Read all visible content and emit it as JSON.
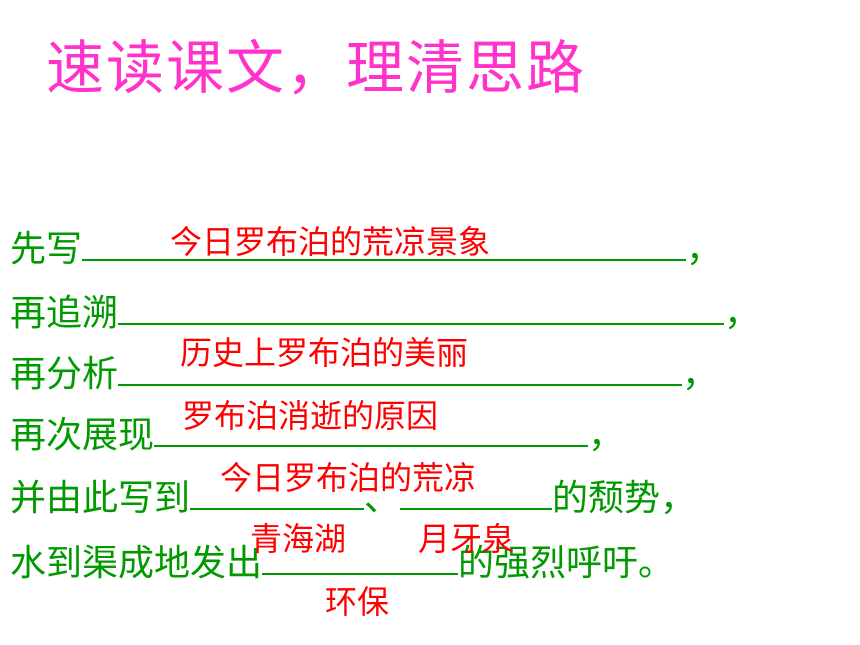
{
  "title": "速读课文，理清思路",
  "lines": [
    {
      "prefix": "先写",
      "suffix": "，"
    },
    {
      "prefix": "再追溯",
      "suffix": "，"
    },
    {
      "prefix": "再分析",
      "suffix": "，"
    },
    {
      "prefix": "再次展现",
      "suffix": "，"
    },
    {
      "prefix": "并由此写到",
      "middle": "、",
      "suffix": "的颓势，"
    },
    {
      "prefix": "水到渠成地发出",
      "suffix": "的强烈呼吁。"
    }
  ],
  "answers": [
    "今日罗布泊的荒凉景象",
    "历史上罗布泊的美丽",
    "罗布泊消逝的原因",
    "今日罗布泊的荒凉",
    "青海湖",
    "月牙泉",
    "环保"
  ],
  "colors": {
    "title": "#ff33cc",
    "text": "#009900",
    "answer": "#ff0000"
  }
}
